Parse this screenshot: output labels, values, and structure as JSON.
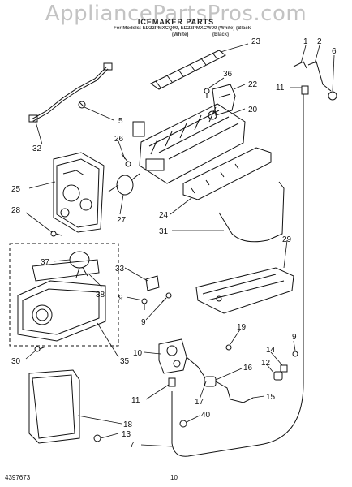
{
  "header": {
    "title": "ICEMAKER PARTS",
    "models_line": "For Models: ED22PMXCQ00, ED22PMXCW00 (White) (Black)",
    "color_white": "(White)",
    "color_black": "(Black)"
  },
  "watermark": "AppliancePartsPros.com",
  "footer": {
    "doc_number": "4397673",
    "page_number": "10"
  },
  "callouts": [
    "1",
    "2",
    "6",
    "11",
    "23",
    "36",
    "22",
    "20",
    "5",
    "32",
    "26",
    "25",
    "27",
    "28",
    "24",
    "31",
    "29",
    "37",
    "33",
    "38",
    "9",
    "9",
    "30",
    "35",
    "10",
    "19",
    "9",
    "14",
    "12",
    "16",
    "11",
    "17",
    "15",
    "40",
    "18",
    "13",
    "7"
  ]
}
